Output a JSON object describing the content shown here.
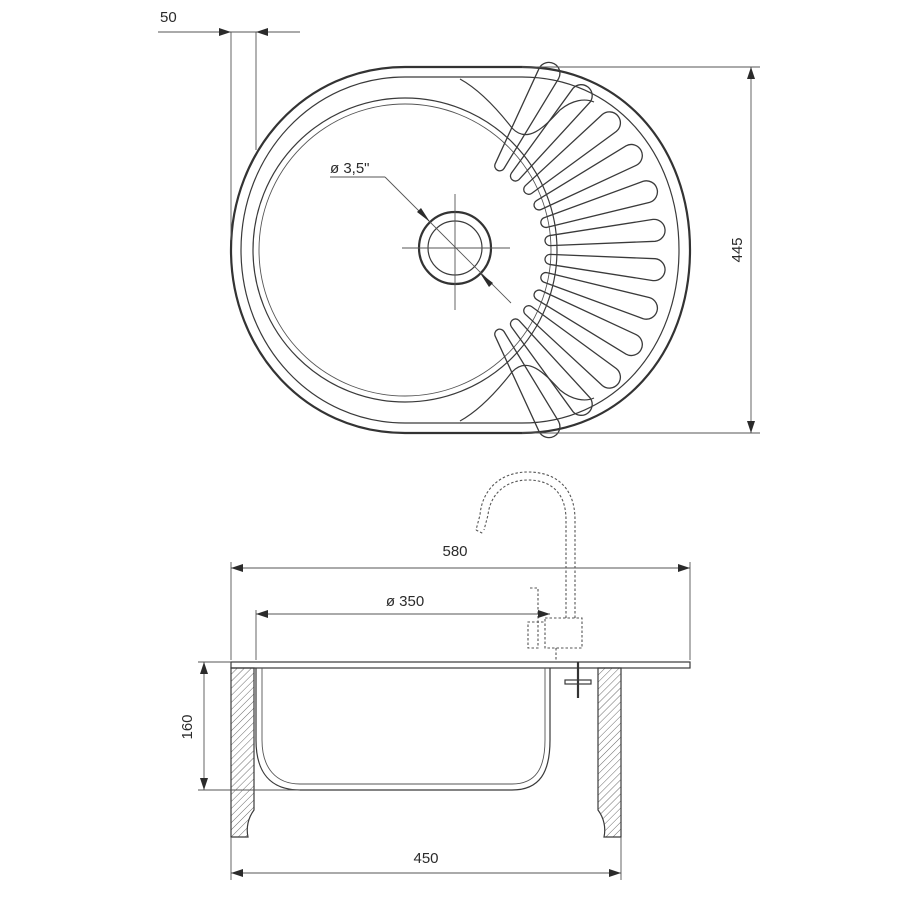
{
  "dimensions": {
    "lip_width": "50",
    "drain_size": "ø 3,5\"",
    "depth_top_view": "445",
    "overall_width": "580",
    "bowl_diameter": "ø 350",
    "bowl_depth": "160",
    "cabinet_width": "450"
  },
  "drainer_slot_count": 12,
  "colors": {
    "line": "#3a3a3a",
    "text": "#2b2b2b",
    "hatch": "#6b6b6b"
  }
}
